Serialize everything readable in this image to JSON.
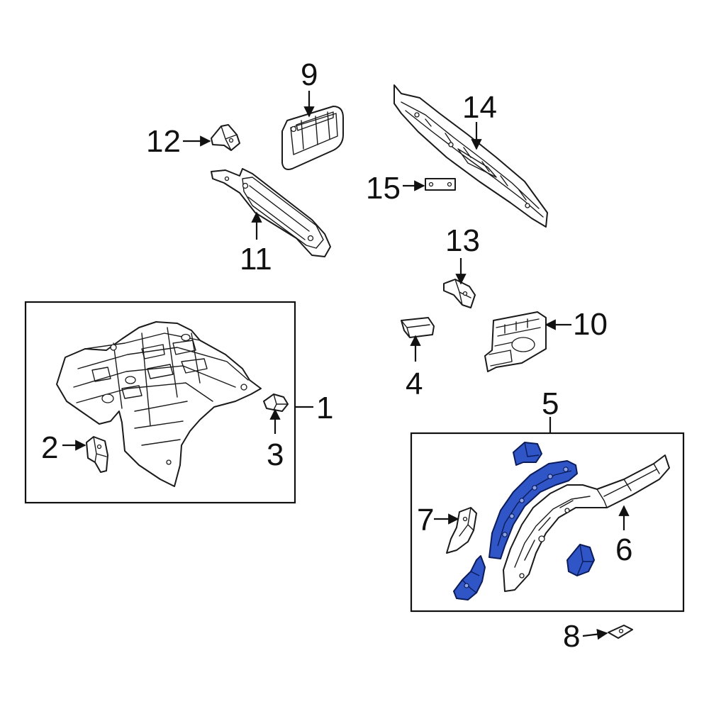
{
  "callouts": {
    "c1": "1",
    "c2": "2",
    "c3": "3",
    "c4": "4",
    "c5": "5",
    "c6": "6",
    "c7": "7",
    "c8": "8",
    "c9": "9",
    "c10": "10",
    "c11": "11",
    "c12": "12",
    "c13": "13",
    "c14": "14",
    "c15": "15"
  },
  "colors": {
    "highlight": "#2f55c6",
    "highlight_outline": "#0c1c5a",
    "line": "#1a1a1a",
    "background": "#ffffff"
  }
}
